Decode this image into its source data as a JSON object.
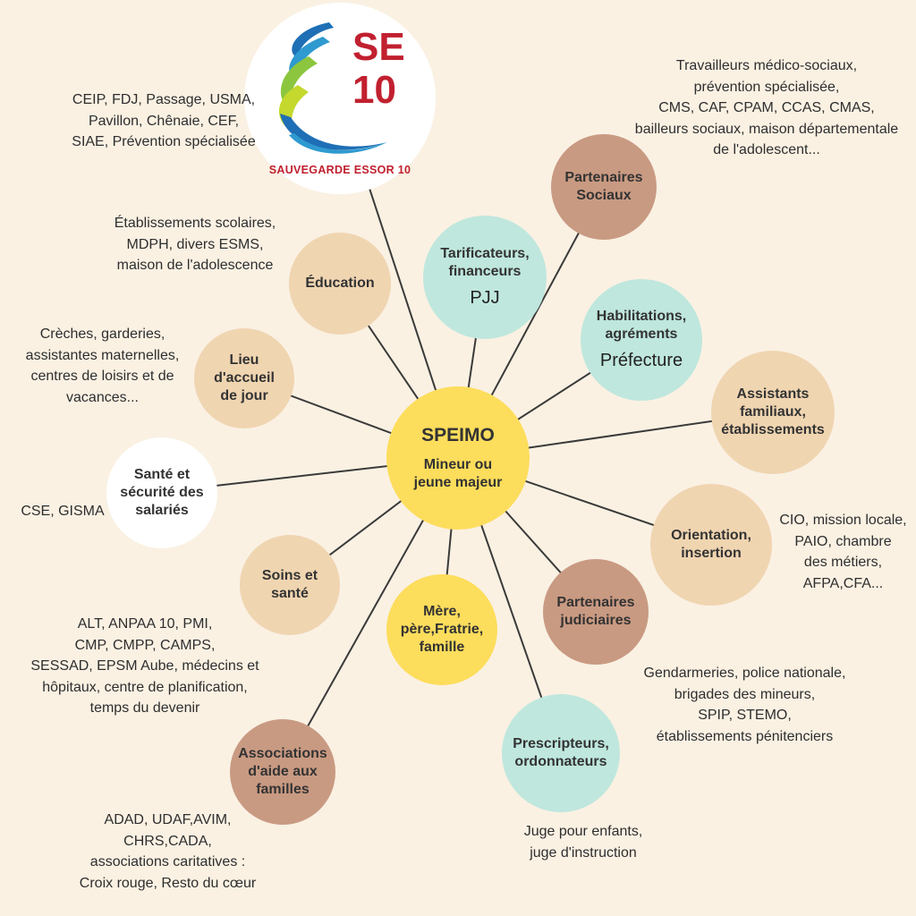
{
  "logo": {
    "line1": "SE",
    "line2": "10",
    "caption": "SAUVEGARDE ESSOR 10"
  },
  "center": {
    "title": "SPEIMO",
    "subtitle": "Mineur ou\njeune majeur"
  },
  "nodes": {
    "tarificateurs": {
      "label": "Tarificateurs,\nfinanceurs",
      "sub": "PJJ"
    },
    "partenaires_sociaux": {
      "label": "Partenaires\nSociaux"
    },
    "habilitations": {
      "label": "Habilitations,\nagréments",
      "sub": "Préfecture"
    },
    "assistants": {
      "label": "Assistants\nfamiliaux,\nétablissements"
    },
    "orientation": {
      "label": "Orientation,\ninsertion"
    },
    "partenaires_judiciaires": {
      "label": "Partenaires\njudiciaires"
    },
    "prescripteurs": {
      "label": "Prescripteurs,\nordonnateurs"
    },
    "famille": {
      "label": "Mère,\npère,Fratrie,\nfamille"
    },
    "associations": {
      "label": "Associations\nd'aide aux\nfamilles"
    },
    "soins": {
      "label": "Soins et\nsanté"
    },
    "sante_securite": {
      "label": "Santé et\nsécurité des\nsalariés"
    },
    "lieu_accueil": {
      "label": "Lieu\nd'accueil\nde jour"
    },
    "education": {
      "label": "Éducation"
    }
  },
  "notes": {
    "logo_side": "CEIP, FDJ, Passage, USMA,\nPavillon, Chênaie, CEF,\nSIAE, Prévention spécialisée",
    "partenaires_sociaux": "Travailleurs médico-sociaux,\nprévention spécialisée,\nCMS, CAF, CPAM, CCAS, CMAS,\nbailleurs sociaux, maison départementale\nde l'adolescent...",
    "education": "Établissements scolaires,\nMDPH, divers ESMS,\nmaison de l'adolescence",
    "lieu_accueil": "Crèches, garderies,\nassistantes maternelles,\ncentres de loisirs et de\nvacances...",
    "sante_securite": "CSE, GISMA",
    "orientation": "CIO, mission locale,\nPAIO, chambre\ndes métiers,\nAFPA,CFA...",
    "soins": "ALT, ANPAA 10, PMI,\nCMP, CMPP, CAMPS,\nSESSAD, EPSM Aube, médecins et\nhôpitaux, centre de planification,\ntemps du devenir",
    "partenaires_judiciaires": "Gendarmeries, police nationale,\nbrigades des mineurs,\nSPIP, STEMO,\nétablissements pénitenciers",
    "associations": "ADAD, UDAF,AVIM,\nCHRS,CADA,\nassociations caritatives :\nCroix rouge, Resto du cœur",
    "prescripteurs": "Juge pour enfants,\njuge d'instruction"
  },
  "colors": {
    "background": "#faf1e3",
    "beige": "#f0d5b1",
    "brown": "#c99a82",
    "teal": "#bfe7dd",
    "yellow": "#fddd5c",
    "logo_red": "#c1202f"
  }
}
